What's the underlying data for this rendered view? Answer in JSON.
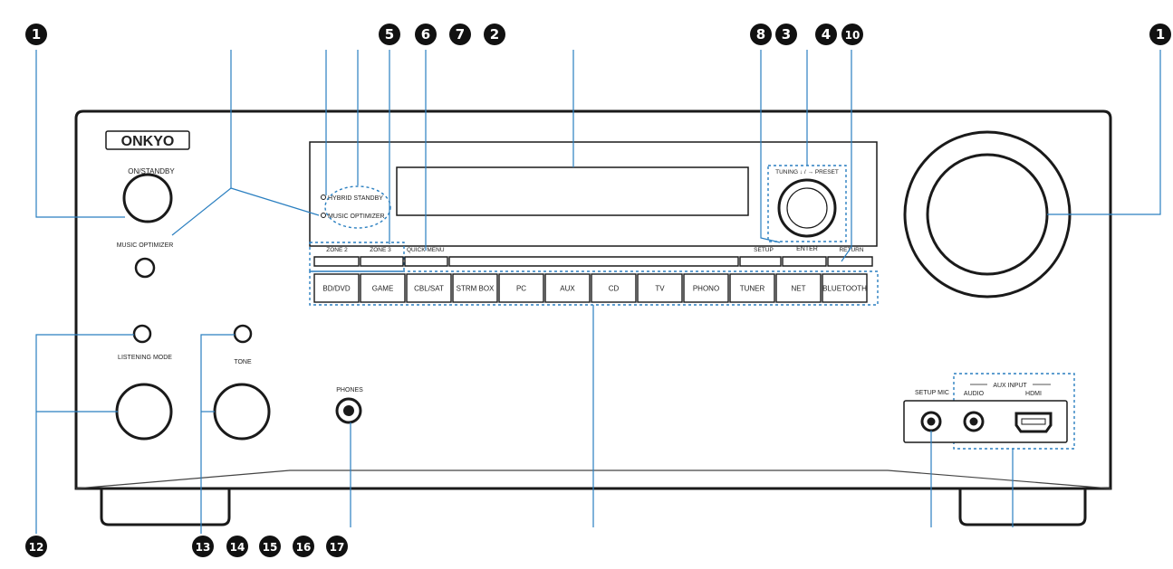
{
  "callouts": {
    "top": [
      "1",
      "5",
      "6",
      "7",
      "2",
      "8",
      "3",
      "4",
      "10",
      "1"
    ],
    "bottom": [
      "12",
      "13",
      "14",
      "15",
      "16",
      "17"
    ]
  },
  "panel": {
    "brand": "ONKYO",
    "on_standby": "ON/STANDBY",
    "music_optimizer": "MUSIC OPTIMIZER",
    "hybrid_standby": "HYBRID STANDBY",
    "music_optimizer_led": "MUSIC OPTIMIZER",
    "tuning_preset": "TUNING ↓ / → PRESET",
    "enter": "ENTER",
    "zone2": "ZONE 2",
    "zone3": "ZONE 3",
    "quick_menu": "QUICK MENU",
    "setup": "SETUP",
    "return": "RETURN",
    "listening_mode": "LISTENING MODE",
    "tone": "TONE",
    "phones": "PHONES",
    "setup_mic": "SETUP MIC",
    "aux_input": "AUX INPUT",
    "audio": "AUDIO",
    "hdmi": "HDMI"
  },
  "inputs": [
    "BD/DVD",
    "GAME",
    "CBL/SAT",
    "STRM BOX",
    "PC",
    "AUX",
    "CD",
    "TV",
    "PHONO",
    "TUNER",
    "NET",
    "BLUETOOTH"
  ],
  "colors": {
    "callout": "#111111",
    "leader": "#2a7fc0",
    "outline": "#1a1a1a"
  }
}
